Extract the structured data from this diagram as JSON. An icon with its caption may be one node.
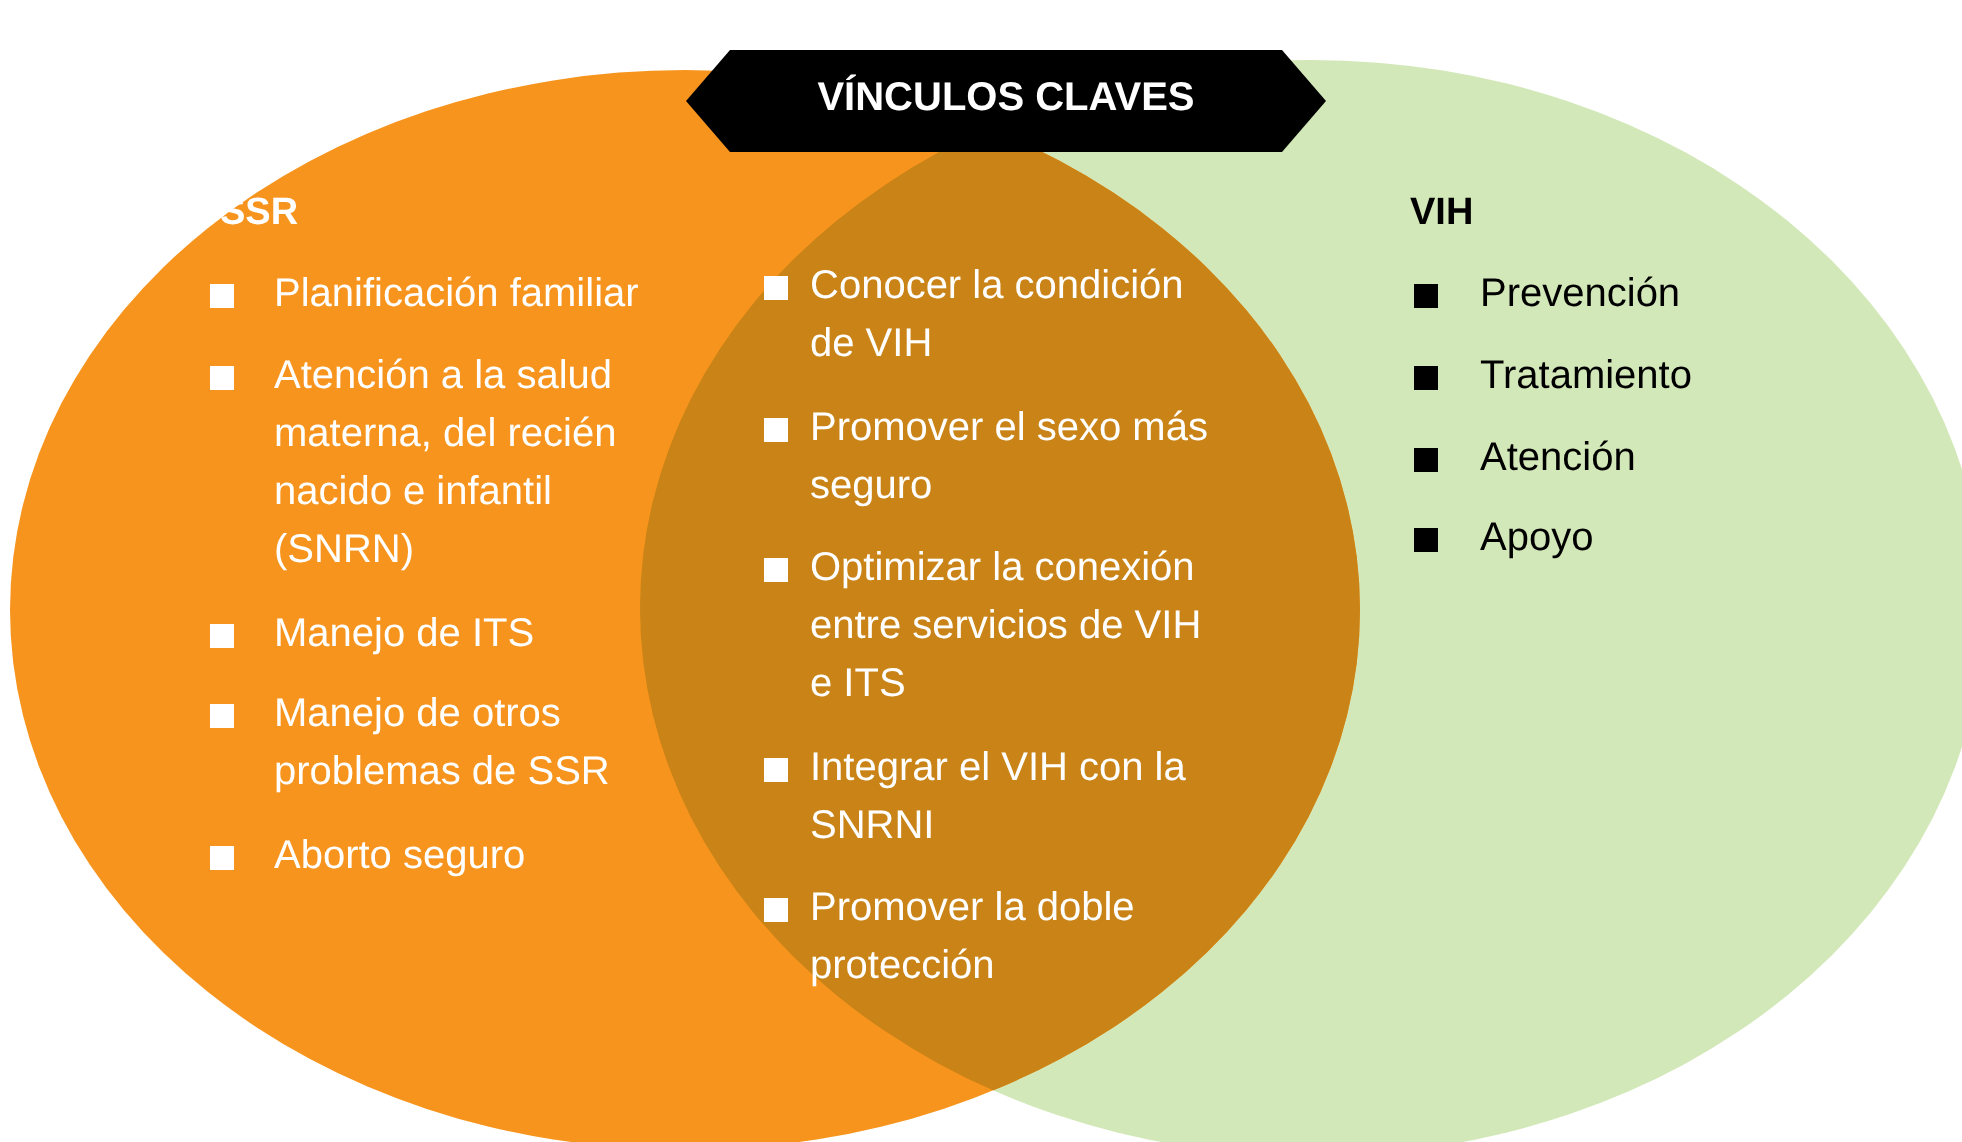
{
  "diagram": {
    "title": "VÍNCULOS CLAVES",
    "nodes": [
      {
        "text": [
          "SSR",
          "Planificación familiar",
          "Atención a la salud materna, del recién nacido e infantil (SNRN)",
          "Manejo de ITS",
          "Manejo de otros problemas de SSR",
          "Aborto seguro"
        ]
      },
      {
        "text": [
          "VIH",
          "Prevención",
          "Tratamiento",
          "Atención",
          "Apoyo"
        ]
      }
    ],
    "labels": [
      "Conocer la condición de VIH",
      "Promover el sexo más seguro",
      "Optimizar la conexión entre servicios de VIH e ITS",
      "Integrar el VIH con la SNRNI",
      "Promover la doble protección"
    ]
  }
}
